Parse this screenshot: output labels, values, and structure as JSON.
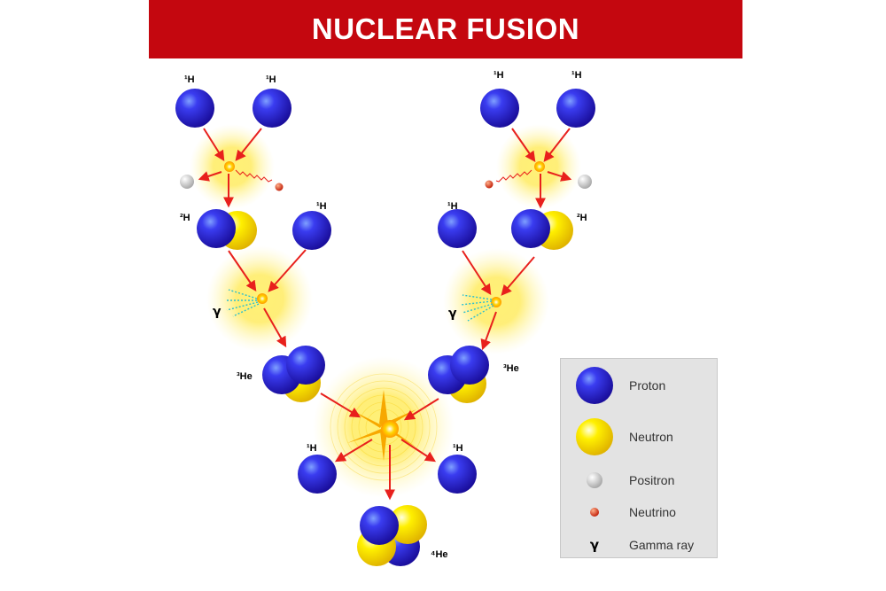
{
  "title": "NUCLEAR FUSION",
  "labels": {
    "h1": "¹H",
    "h2": "²H",
    "he3": "³He",
    "he4": "⁴He",
    "gamma": "γ"
  },
  "legend": {
    "items": [
      {
        "icon": "proton-icon",
        "label": "Proton"
      },
      {
        "icon": "neutron-icon",
        "label": "Neutron"
      },
      {
        "icon": "positron-icon",
        "label": "Positron"
      },
      {
        "icon": "neutrino-icon",
        "label": "Neutrino"
      },
      {
        "icon": "gamma-icon",
        "symbol": "γ",
        "label": "Gamma ray"
      }
    ]
  },
  "colors": {
    "title_bar": "#c4070f",
    "proton": "#2a1fd6",
    "neutron": "#f2d400",
    "positron": "#e0e0e0",
    "neutrino": "#d63a1e",
    "arrow": "#e8201c",
    "glow": "#ffe64d",
    "gamma_ray": "#2bbfd0"
  }
}
